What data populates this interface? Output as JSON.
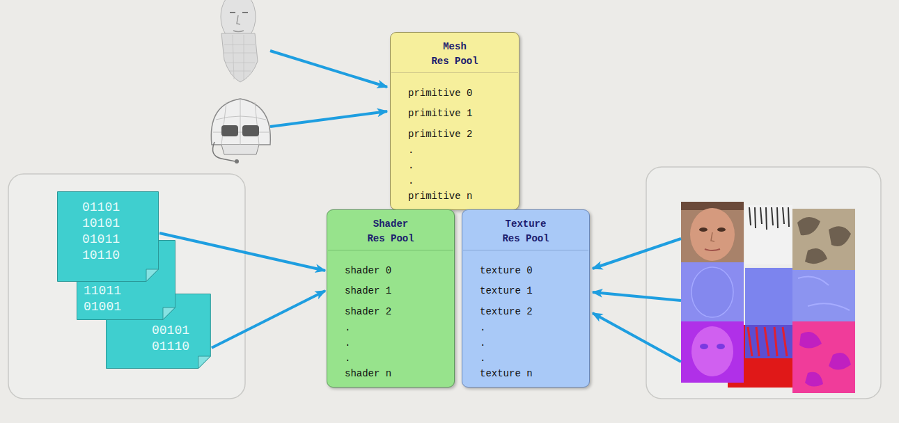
{
  "diagram": {
    "nodes": [
      {
        "text": [
          "Mesh Res Pool",
          "primitive 0",
          "primitive 1",
          "primitive 2",
          ".",
          ".",
          ".",
          "primitive n"
        ]
      },
      {
        "text": [
          "01101 10101 01011 10110"
        ]
      },
      {
        "text": [
          "11011 01001"
        ]
      },
      {
        "text": [
          "00101 01110"
        ]
      },
      {
        "text": [
          "Shader Res Pool",
          "shader 0",
          "shader 1",
          "shader 2",
          ".",
          ".",
          ".",
          "shader n"
        ]
      },
      {
        "text": [
          "Texture Res Pool",
          "texture 0",
          "texture 1",
          "texture 2",
          ".",
          ".",
          ".",
          "texture n"
        ]
      }
    ],
    "edges": [
      {
        "from": 1,
        "to": 4,
        "arrow": "to"
      },
      {
        "from": 3,
        "to": 4,
        "arrow": "to"
      }
    ]
  }
}
